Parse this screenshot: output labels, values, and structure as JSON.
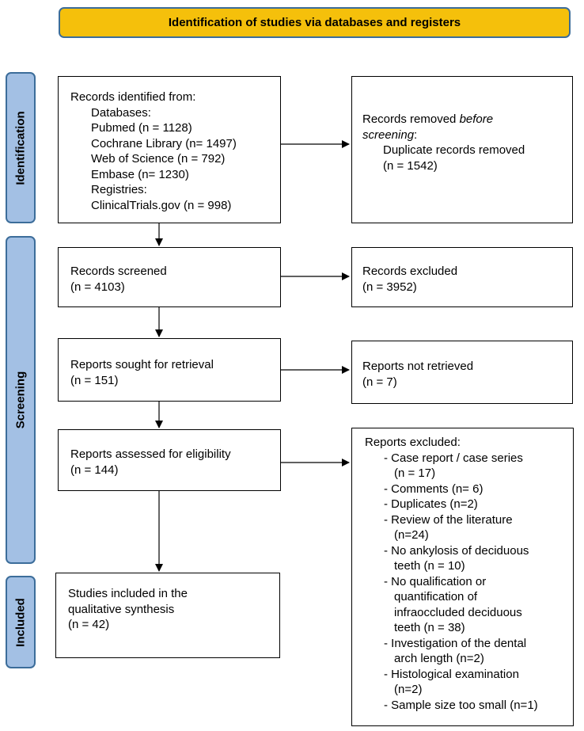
{
  "header": {
    "title": "Identification of studies via databases and registers"
  },
  "phases": {
    "identification": "Identification",
    "screening": "Screening",
    "included": "Included"
  },
  "identified": {
    "heading": "Records identified from:",
    "databases_label": "Databases:",
    "databases": [
      "Pubmed (n = 1128)",
      "Cochrane Library (n= 1497)",
      "Web of Science (n = 792)",
      "Embase (n= 1230)"
    ],
    "registries_label": "Registries:",
    "registries": [
      "ClinicalTrials.gov (n = 998)"
    ]
  },
  "removed": {
    "heading_pre": "Records removed ",
    "heading_em": "before",
    "heading_em2": "screening",
    "heading_post": ":",
    "line1": "Duplicate records removed",
    "line2": "(n = 1542)"
  },
  "screened": {
    "line1": "Records screened",
    "line2": "(n = 4103)"
  },
  "excluded": {
    "line1": "Records excluded",
    "line2": "(n = 3952)"
  },
  "sought": {
    "line1": "Reports sought for retrieval",
    "line2": "(n = 151)"
  },
  "not_retrieved": {
    "line1": "Reports not retrieved",
    "line2": "(n = 7)"
  },
  "assessed": {
    "line1": "Reports assessed for eligibility",
    "line2": "(n = 144)"
  },
  "reports_excluded": {
    "heading": "Reports excluded:",
    "items": [
      {
        "first": "- Case report / case series",
        "rest": [
          "(n = 17)"
        ]
      },
      {
        "first": "- Comments (n= 6)",
        "rest": []
      },
      {
        "first": "- Duplicates (n=2)",
        "rest": []
      },
      {
        "first": "- Review of the literature",
        "rest": [
          "(n=24)"
        ]
      },
      {
        "first": "- No ankylosis of deciduous",
        "rest": [
          "teeth (n = 10)"
        ]
      },
      {
        "first": "- No qualification or",
        "rest": [
          "quantification of",
          "infraoccluded deciduous",
          "teeth (n = 38)"
        ]
      },
      {
        "first": "- Investigation of the dental",
        "rest": [
          "arch length (n=2)"
        ]
      },
      {
        "first": "- Histological examination",
        "rest": [
          "(n=2)"
        ]
      },
      {
        "first": "- Sample size too small (n=1)",
        "rest": []
      }
    ]
  },
  "included": {
    "line1": "Studies included in the",
    "line2": "qualitative synthesis",
    "line3": "(n = 42)"
  }
}
